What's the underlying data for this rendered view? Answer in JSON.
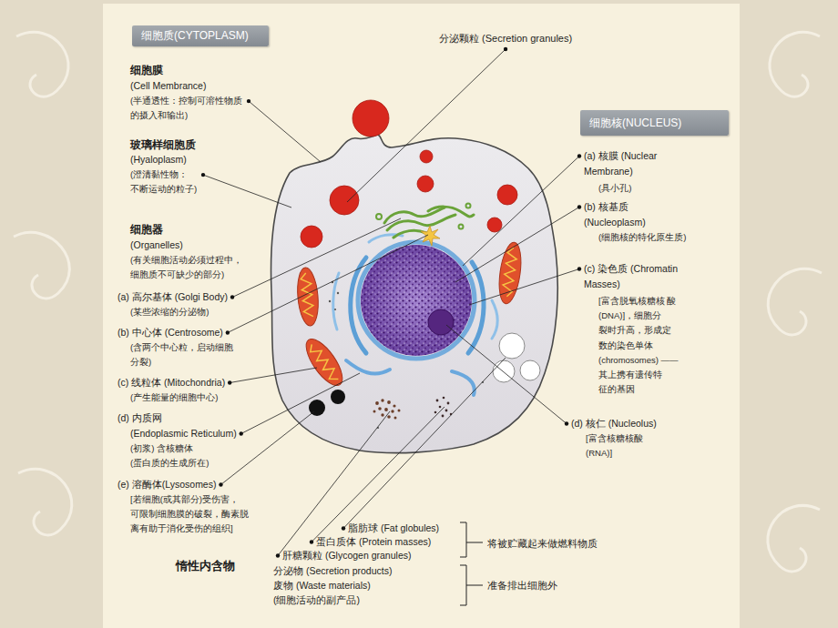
{
  "diagram": {
    "nodes": [
      {
        "text": [
          "细胞质(CYTOPLASM)"
        ]
      },
      {
        "text": [
          "细胞核(NUCLEUS)"
        ]
      }
    ],
    "labels": [
      "细胞膜",
      "(Cell Membrance)",
      "(半通透性：控制可溶性物质 的摄入和输出)",
      "玻璃样细胞质",
      "(Hyaloplasm)",
      "(澄清黏性物： 不断运动的粒子)",
      "细胞器",
      "(Organelles)",
      "(有关细胞活动必须过程中， 细胞质不可缺少的部分)",
      "(a) 高尔基体 (Golgi Body)",
      "(某些浓缩的分泌物)",
      "(b) 中心体 (Centrosome)",
      "(含两个中心粒，启动细胞 分裂)",
      "(c) 线粒体 (Mitochondria)",
      "(产生能量的细胞中心)",
      "(d) 内质网",
      "(Endoplasmic Reticulum)",
      "(初浆) 含核糖体 (蛋白质的生成所在)",
      "(e) 溶酶体(Lysosomes)",
      "[若细胞(或其部分)受伤害， 可限制细胞膜的破裂，酶素脱 离有助于消化受伤的组织]",
      "分泌颗粒 (Secretion granules)",
      "(a) 核膜 (Nuclear Membrane)",
      "(具小孔)",
      "(b) 核基质 (Nucleoplasm)",
      "(细胞核的特化原生质)",
      "(c) 染色质 (Chromatin Masses)",
      "[富含脱氧核糖核 酸(DNA)]，细胞分 裂时升高，形成定 数的染色单体 (chromosomes) ——其上携有遗传特 征的基因",
      "(d) 核仁 (Nucleolus)",
      "[富含核糖核酸 (RNA)]",
      "脂肪球 (Fat globules)",
      "蛋白质体 (Protein masses)",
      "肝糖颗粒 (Glycogen granules)",
      "分泌物 (Secretion products)",
      "废物 (Waste materials)",
      "(细胞活动的副产品)",
      "惰性内含物",
      "将被贮藏起来做燃料物质",
      "准备排出细胞外"
    ]
  }
}
